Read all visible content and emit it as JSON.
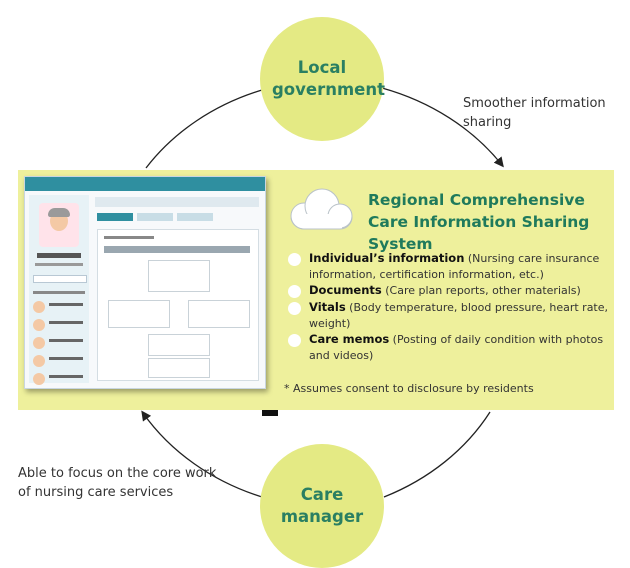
{
  "nodes": {
    "local_government": "Local government",
    "care_manager": "Care manager"
  },
  "notes": {
    "top_right": "Smoother information sharing",
    "bottom_left": "Able to focus on the core work of nursing care services"
  },
  "system": {
    "title": "Regional Comprehensive Care Information Sharing System",
    "items": [
      {
        "label": "Individual’s information",
        "detail": " (Nursing care insurance information, certification information, etc.)"
      },
      {
        "label": "Documents",
        "detail": " (Care plan reports, other materials)"
      },
      {
        "label": "Vitals",
        "detail": " (Body temperature, blood pressure, heart rate, weight)"
      },
      {
        "label": "Care memos",
        "detail": " (Posting of daily condition with photos and videos)"
      }
    ],
    "footnote": "* Assumes consent to disclosure by residents"
  },
  "colors": {
    "node_fill": "#e4ea84",
    "band_fill": "#eef09c",
    "accent_text": "#1f7a5c"
  }
}
